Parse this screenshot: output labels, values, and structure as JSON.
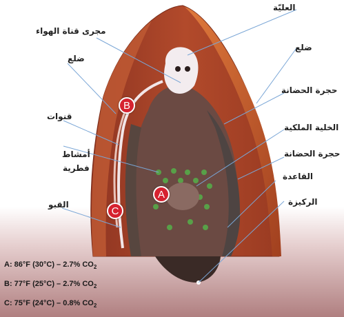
{
  "labels": {
    "chimney": "العليّة",
    "air_duct": "مجرى قناة الهواء",
    "rib_left": "ضلع",
    "rib_right": "ضلع",
    "channels": "قنوات",
    "nursery_upper": "حجرة الحضانة",
    "fungus_combs": "أمشاط\nفطرية",
    "royal_cell": "الخلية الملكية",
    "nursery_lower": "حجرة الحضانة",
    "base": "القاعدة",
    "cellar": "القبو",
    "keel": "الركيزة"
  },
  "markers": {
    "A": "A",
    "B": "B",
    "C": "C"
  },
  "legend": {
    "a": {
      "key": "A:",
      "temp": "86°F (30°C) – 2.7% CO",
      "sub": "2"
    },
    "b": {
      "key": "B:",
      "temp": "77°F (25°C) – 2.7% CO",
      "sub": "2"
    },
    "c": {
      "key": "C:",
      "temp": "75°F (24°C) – 0.8% CO",
      "sub": "2"
    }
  },
  "colors": {
    "marker_fill": "#d62230",
    "mound_outer": "#a8432a",
    "mound_ridge": "#c8562e",
    "interior": "#6a4a40",
    "fungus": "#58a048",
    "leader_line": "#7aa6d6",
    "ground": "#c9a6a6"
  }
}
